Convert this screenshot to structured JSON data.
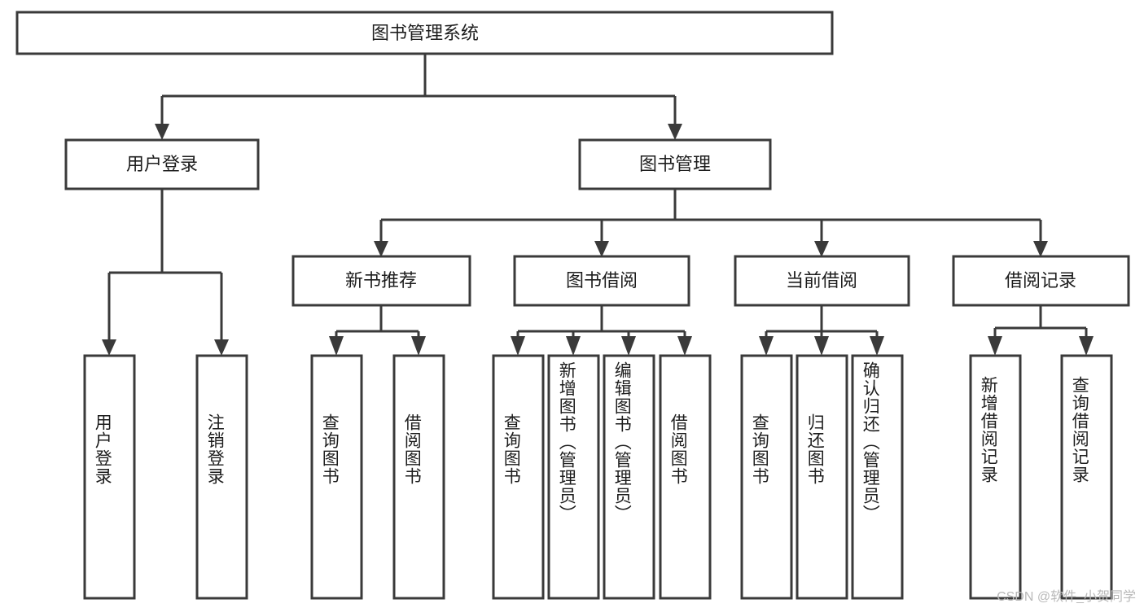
{
  "diagram": {
    "title": "图书管理系统",
    "type": "tree",
    "orientation": "top-down",
    "colors": {
      "box_stroke": "#3a3a3a",
      "box_fill": "#ffffff",
      "connector": "#3a3a3a",
      "text": "#1d1d1d",
      "watermark": "#b9b9b9",
      "background": "#ffffff"
    },
    "root": {
      "label": "图书管理系统"
    },
    "level2": [
      {
        "label": "用户登录"
      },
      {
        "label": "图书管理"
      }
    ],
    "level3": [
      {
        "label": "新书推荐"
      },
      {
        "label": "图书借阅"
      },
      {
        "label": "当前借阅"
      },
      {
        "label": "借阅记录"
      }
    ],
    "leaves": {
      "user_login": [
        {
          "label": "用户登录"
        },
        {
          "label": "注销登录"
        }
      ],
      "new_book_recommend": [
        {
          "label": "查询图书"
        },
        {
          "label": "借阅图书"
        }
      ],
      "book_borrow": [
        {
          "label": "查询图书"
        },
        {
          "label": "新增图书（管理员）"
        },
        {
          "label": "编辑图书（管理员）"
        },
        {
          "label": "借阅图书"
        }
      ],
      "current_borrow": [
        {
          "label": "查询图书"
        },
        {
          "label": "归还图书"
        },
        {
          "label": "确认归还（管理员）"
        }
      ],
      "borrow_record": [
        {
          "label": "新增借阅记录"
        },
        {
          "label": "查询借阅记录"
        }
      ]
    }
  },
  "watermark": {
    "text": "CSDN @软件_小贺同学"
  }
}
